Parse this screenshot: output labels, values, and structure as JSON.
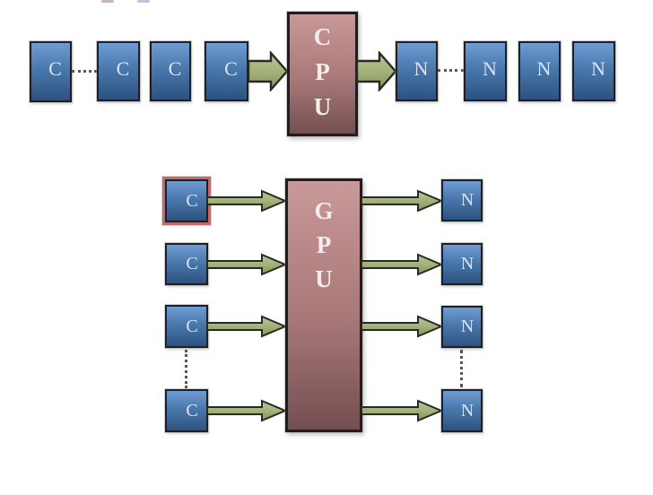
{
  "top_diagram": {
    "description": "serial-processing-row",
    "inputs": {
      "labels": [
        "C",
        "C",
        "C",
        "C"
      ]
    },
    "processor": {
      "label": "CPU",
      "letters": [
        "C",
        "P",
        "U"
      ]
    },
    "outputs": {
      "labels": [
        "N",
        "N",
        "N",
        "N"
      ]
    }
  },
  "bottom_diagram": {
    "description": "parallel-processing-rows",
    "inputs": {
      "labels": [
        "C",
        "C",
        "C",
        "C"
      ],
      "highlighted_index": 0
    },
    "processor": {
      "label": "GPU",
      "letters": [
        "G",
        "P",
        "U"
      ]
    },
    "outputs": {
      "labels": [
        "N",
        "N",
        "N",
        "N"
      ]
    }
  },
  "colors": {
    "background": "#ffffff",
    "box_blue_top": "#6f9cd2",
    "box_blue_bottom": "#2d527f",
    "box_border": "#1d2126",
    "processor_top": "#c99898",
    "processor_bottom": "#744f51",
    "processor_border": "#231c1d",
    "arrow_fill_top": "#b7c393",
    "arrow_fill_bottom": "#87975f",
    "arrow_outline": "#272b20",
    "highlight_border": "#c2696b",
    "dotted_connector": "#55575a",
    "letter_color": "#d9e4f2"
  }
}
